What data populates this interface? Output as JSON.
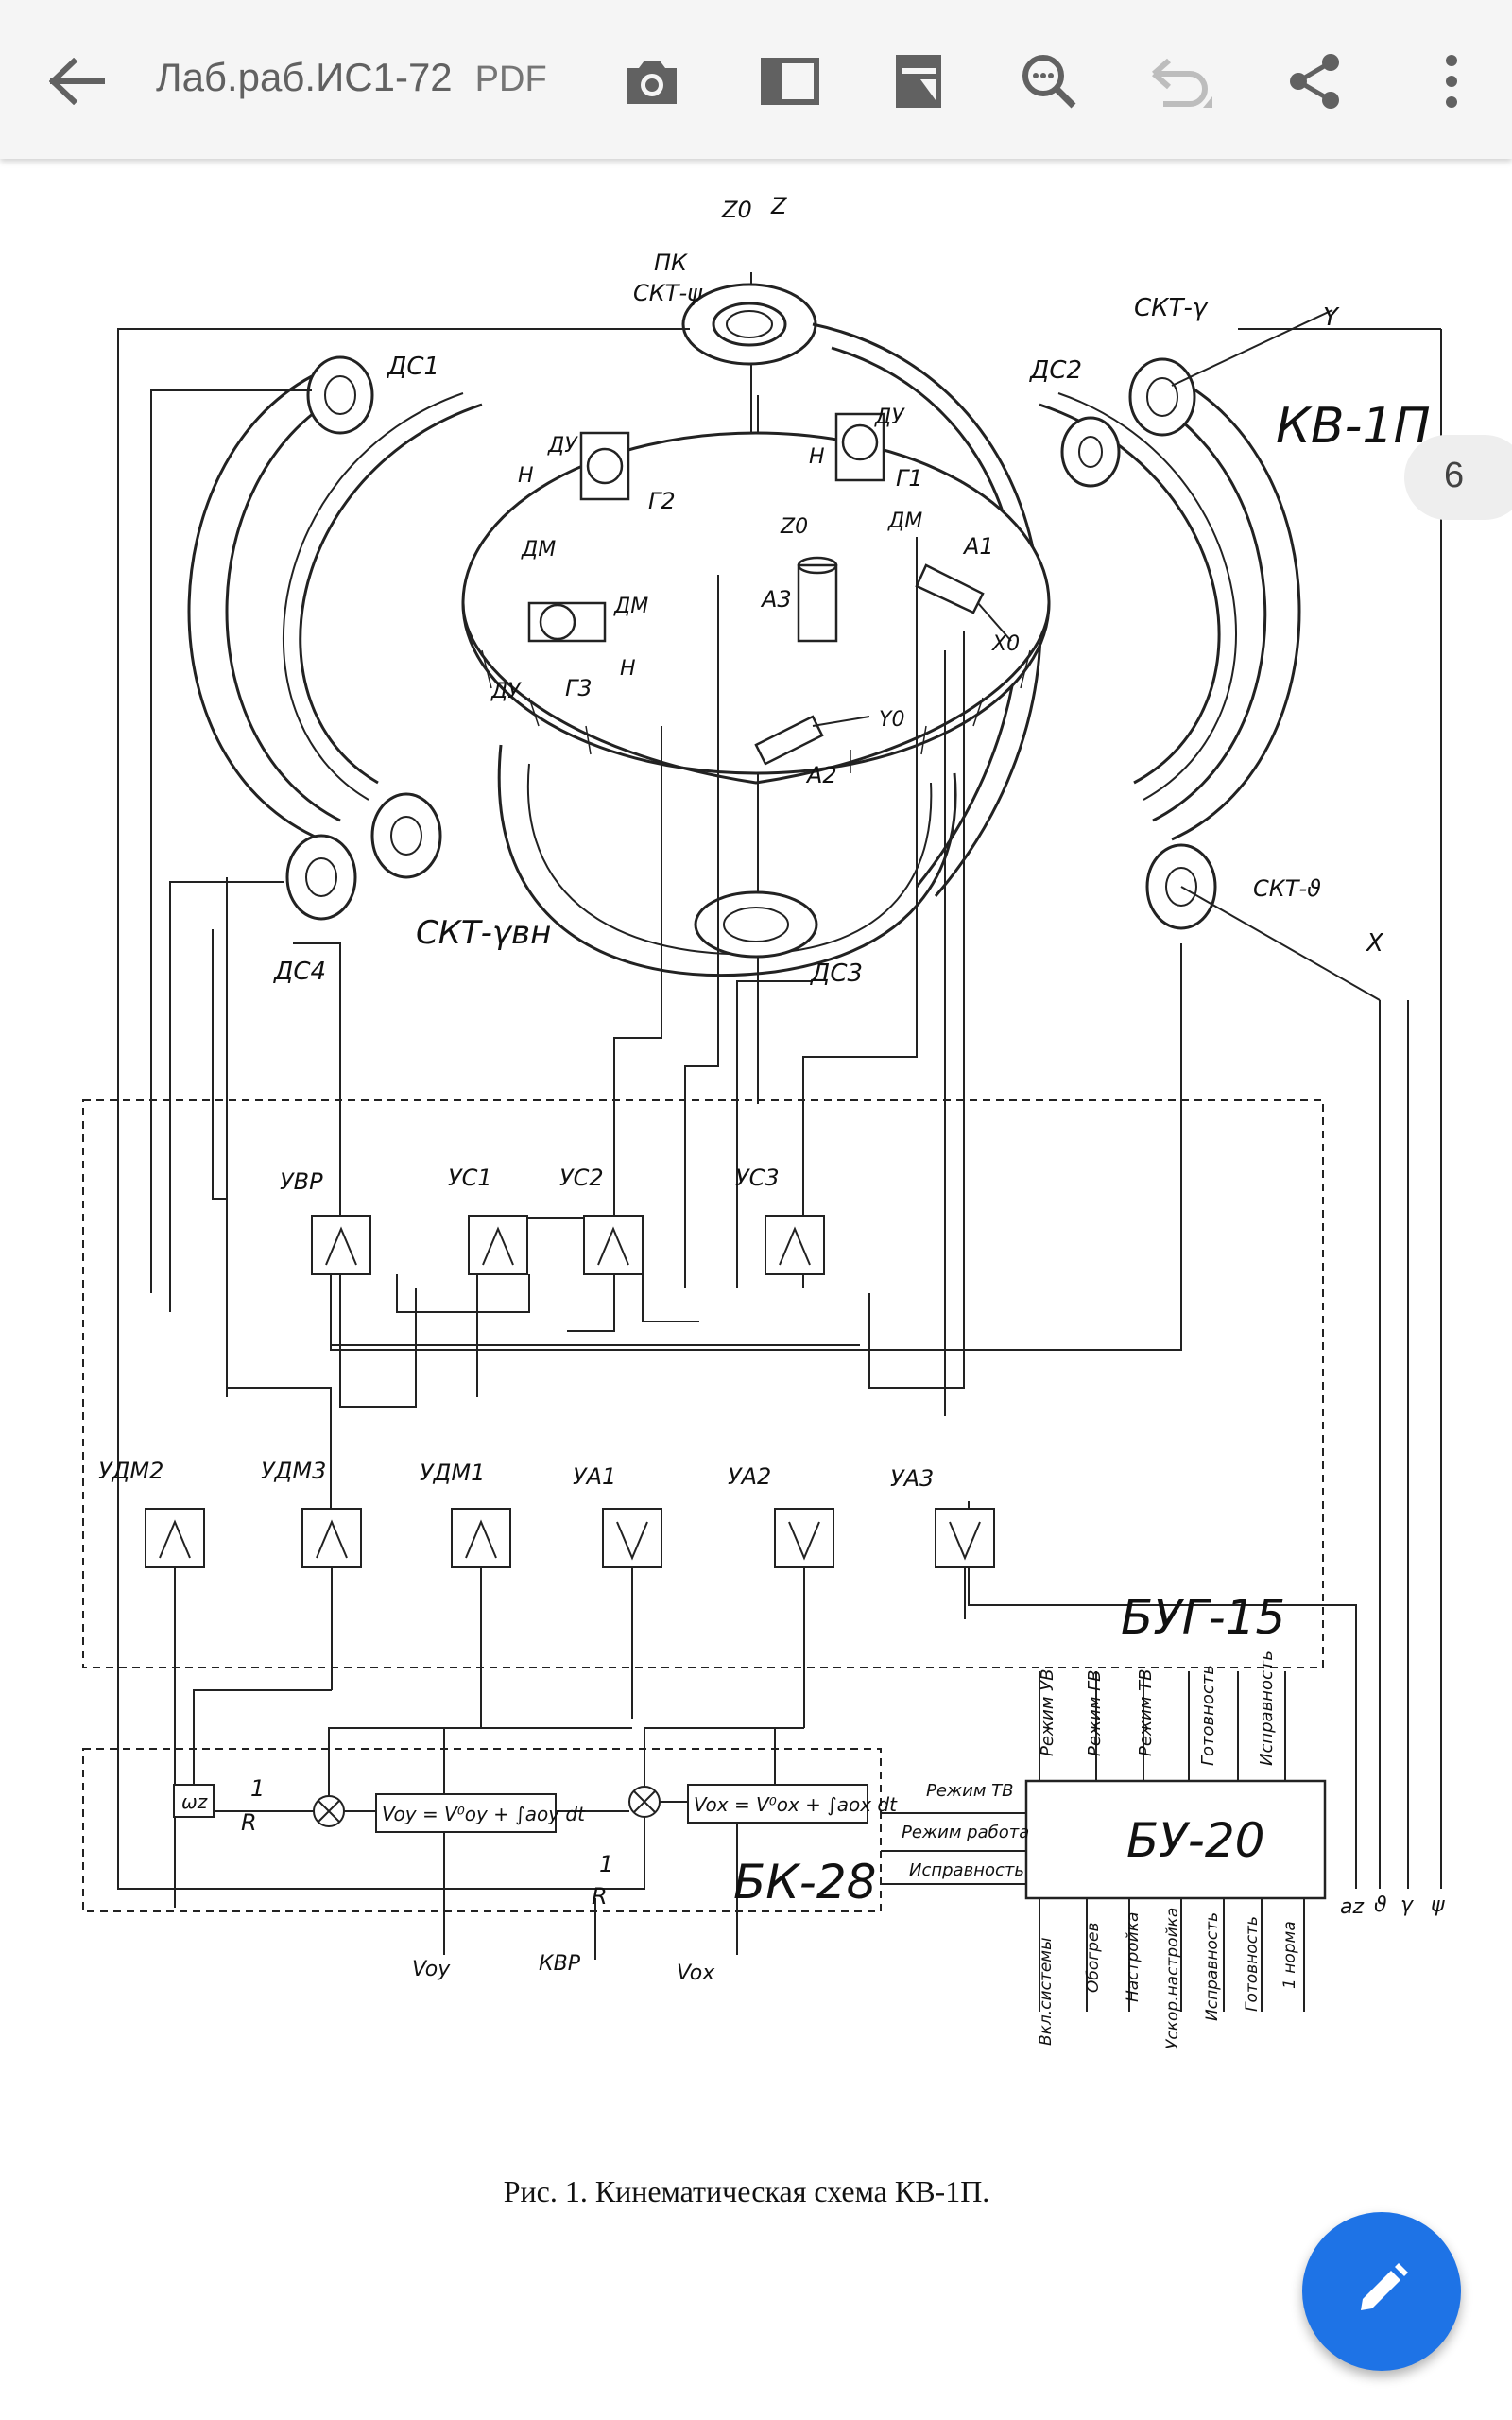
{
  "toolbar": {
    "title": "Лаб.раб.ИС1-72",
    "file_type": "PDF",
    "icons": [
      "back-arrow-icon",
      "camera-icon",
      "reading-mode-icon",
      "export-icon",
      "search-icon",
      "undo-icon",
      "share-icon",
      "more-vert-icon"
    ]
  },
  "page_indicator": "6",
  "figure": {
    "caption": "Рис. 1. Кинематическая схема КВ-1П.",
    "top_labels": {
      "z0": "Z0",
      "z": "Z",
      "pk": "ПК",
      "skt_psi": "СКТ-ψ",
      "skt_gamma": "СКТ-γ",
      "y_axis": "Y",
      "x_axis": "X"
    },
    "sensor_labels": {
      "ds1": "ДС1",
      "ds2": "ДС2",
      "ds3": "ДС3",
      "ds4": "ДС4",
      "skt_theta": "СКТ-ϑ",
      "skt_gamma_vn": "СКТ-γвн",
      "kv1p": "КВ-1П"
    },
    "platform_labels": {
      "du1": "ДУ",
      "du2": "ДУ",
      "du3": "ДУ",
      "dm1": "ДМ",
      "dm2": "ДМ",
      "dm3": "ДМ",
      "g1": "Г1",
      "g2": "Г2",
      "g3": "Г3",
      "h1": "Н",
      "h2": "Н",
      "h3": "Н",
      "a1": "А1",
      "a2": "А2",
      "a3": "А3",
      "x0": "X0",
      "y0": "Y0",
      "z0p": "Z0"
    },
    "bug15": {
      "title": "БУГ-15",
      "row1": [
        "УВР",
        "УС1",
        "УС2",
        "УС3"
      ],
      "row2": [
        "УДМ2",
        "УДМ3",
        "УДМ1",
        "УА1",
        "УА2",
        "УА3"
      ]
    },
    "bk28": {
      "title": "БК-28",
      "omega": "ωz",
      "one": "1",
      "r": "R",
      "voy_formula": "Voy = V⁰oy + ∫aoy dt",
      "vox_formula": "Vox = V⁰ox + ∫aox dt",
      "outputs": [
        "Voy",
        "КВР",
        "Vox"
      ]
    },
    "bu20": {
      "title": "БУ-20",
      "left_signals": [
        "Режим ТВ",
        "Режим работа",
        "Исправность"
      ],
      "top_inputs": [
        "Режим УВ",
        "Режим ГВ",
        "Режим ТВ",
        "Готовность",
        "Исправность"
      ],
      "bottom_signals": [
        "Вкл.системы",
        "Обогрев",
        "Настройка",
        "Ускор.настройка",
        "Исправность",
        "Готовность",
        "1 норма"
      ]
    },
    "right_outputs": [
      "az",
      "ϑ",
      "γ",
      "ψ"
    ]
  }
}
